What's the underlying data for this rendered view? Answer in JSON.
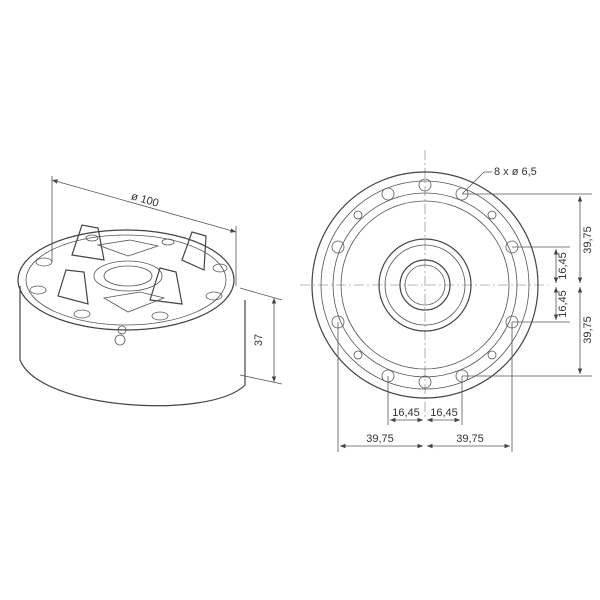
{
  "iso_view": {
    "diameter_label": "ø 100",
    "height_label": "37"
  },
  "front_view": {
    "hole_callout": "8 x ø 6,5",
    "dim_right_top": "39,75",
    "dim_right_inner_top": "16,45",
    "dim_right_inner_bottom": "16,45",
    "dim_right_bottom": "39,75",
    "dim_bottom_inner_left": "16,45",
    "dim_bottom_inner_right": "16,45",
    "dim_bottom_outer_left": "39,75",
    "dim_bottom_outer_right": "39,75"
  }
}
